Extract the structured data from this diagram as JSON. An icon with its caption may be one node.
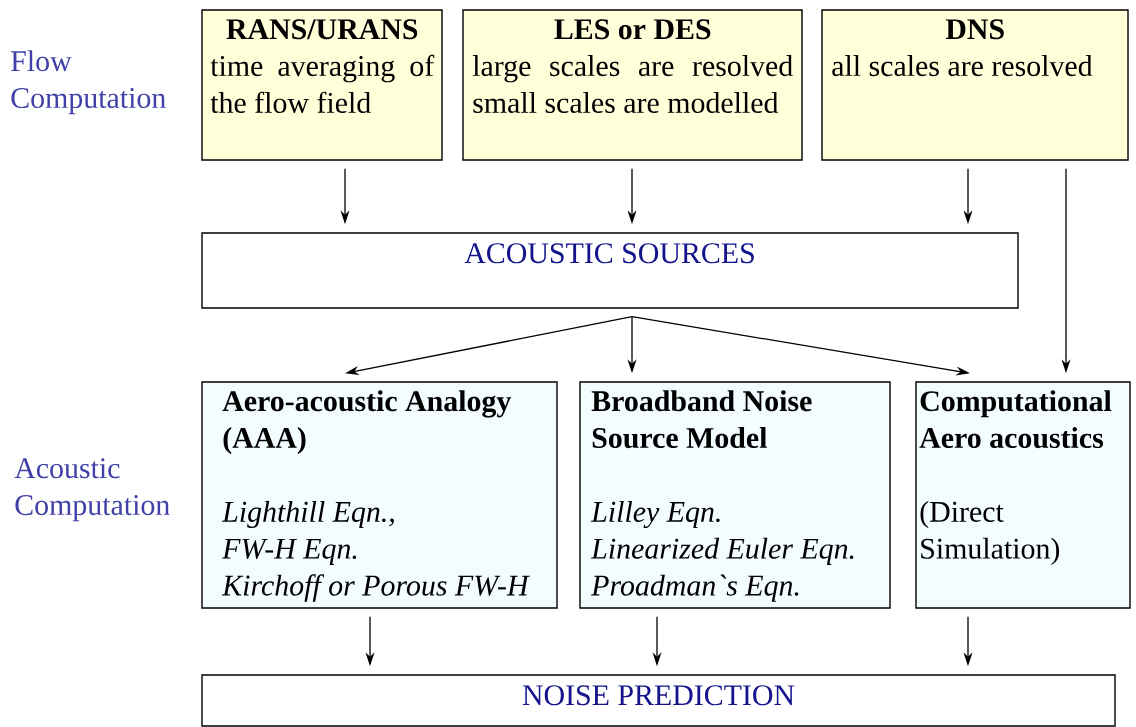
{
  "diagram": {
    "nodes": [
      {
        "text": [
          "RANS/URANS",
          "time averaging of the flow field"
        ]
      },
      {
        "text": [
          "LES or DES",
          "large scales are resolved small scales are modelled"
        ]
      },
      {
        "text": [
          "DNS",
          "all scales are resolved"
        ]
      },
      {
        "text": [
          "ACOUSTIC SOURCES"
        ]
      },
      {
        "text": [
          "Aero-acoustic Analogy (AAA)",
          "Lighthill Eqn.,",
          "FW-H Eqn.",
          "Kirchoff or Porous FW-H"
        ]
      },
      {
        "text": [
          "Broadband Noise Source Model",
          "Lilley Eqn.",
          "Linearized Euler Eqn.",
          "Proadman`s Eqn."
        ]
      },
      {
        "text": [
          "Computational Aero acoustics",
          "(Direct Simulation)"
        ]
      },
      {
        "text": [
          "NOISE PREDICTION"
        ]
      }
    ],
    "edges": [
      {
        "from": 0,
        "to": 3,
        "arrow": "to"
      },
      {
        "from": 1,
        "to": 3,
        "arrow": "to"
      },
      {
        "from": 2,
        "to": 3,
        "arrow": "to"
      },
      {
        "from": 2,
        "to": 6,
        "arrow": "to"
      },
      {
        "from": 3,
        "to": 4,
        "arrow": "to"
      },
      {
        "from": 3,
        "to": 5,
        "arrow": "to"
      },
      {
        "from": 3,
        "to": 6,
        "arrow": "to"
      },
      {
        "from": 4,
        "to": 7,
        "arrow": "to"
      },
      {
        "from": 5,
        "to": 7,
        "arrow": "to"
      },
      {
        "from": 6,
        "to": 7,
        "arrow": "to"
      }
    ],
    "labels": [
      "Flow Computation",
      "Acoustic Computation"
    ]
  }
}
